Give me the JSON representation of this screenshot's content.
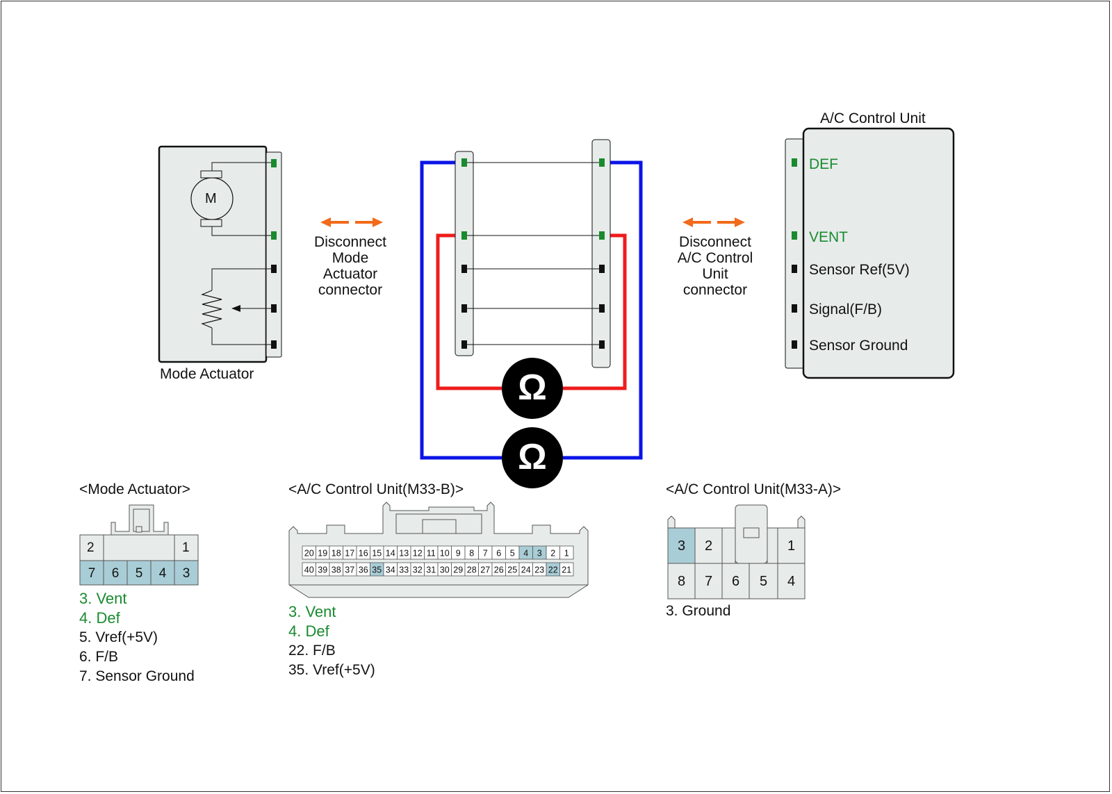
{
  "mode_actuator": {
    "motor_label": "M",
    "title": "Mode Actuator"
  },
  "disconnect_left": [
    "Disconnect",
    "Mode",
    "Actuator",
    "connector"
  ],
  "disconnect_right": [
    "Disconnect",
    "A/C Control",
    "Unit",
    "connector"
  ],
  "ac_unit": {
    "title": "A/C Control Unit",
    "pins": [
      "DEF",
      "VENT",
      "Sensor Ref(5V)",
      "Signal(F/B)",
      "Sensor Ground"
    ]
  },
  "meter_symbol": "Ω",
  "connector_mode": {
    "title": "<Mode Actuator>",
    "top_pins": [
      "2",
      "1"
    ],
    "bottom_pins": [
      "7",
      "6",
      "5",
      "4",
      "3"
    ],
    "legend_green": [
      "3. Vent",
      "4. Def"
    ],
    "legend": [
      "5. Vref(+5V)",
      "6. F/B",
      "7. Sensor Ground"
    ]
  },
  "connector_m33b": {
    "title": "<A/C Control Unit(M33-B)>",
    "row1": [
      "20",
      "19",
      "18",
      "17",
      "16",
      "15",
      "14",
      "13",
      "12",
      "11",
      "10",
      "9",
      "8",
      "7",
      "6",
      "5",
      "4",
      "3",
      "2",
      "1"
    ],
    "row2": [
      "40",
      "39",
      "38",
      "37",
      "36",
      "35",
      "34",
      "33",
      "32",
      "31",
      "30",
      "29",
      "28",
      "27",
      "26",
      "25",
      "24",
      "23",
      "22",
      "21"
    ],
    "highlighted": [
      "4",
      "3",
      "35",
      "22"
    ],
    "legend_green": [
      "3. Vent",
      "4. Def"
    ],
    "legend": [
      "22. F/B",
      "35. Vref(+5V)"
    ]
  },
  "connector_m33a": {
    "title": "<A/C Control Unit(M33-A)>",
    "top_pins": [
      "3",
      "2",
      "1"
    ],
    "bottom_pins": [
      "8",
      "7",
      "6",
      "5",
      "4"
    ],
    "highlighted": [
      "3"
    ],
    "legend": [
      "3. Ground"
    ]
  },
  "colors": {
    "green": "#1a8a2e",
    "blue": "#0a14e6",
    "red": "#ee1c1c",
    "orange": "#f26a1b",
    "highlight": "#a9cdd6",
    "panel": "#e7eceb"
  }
}
